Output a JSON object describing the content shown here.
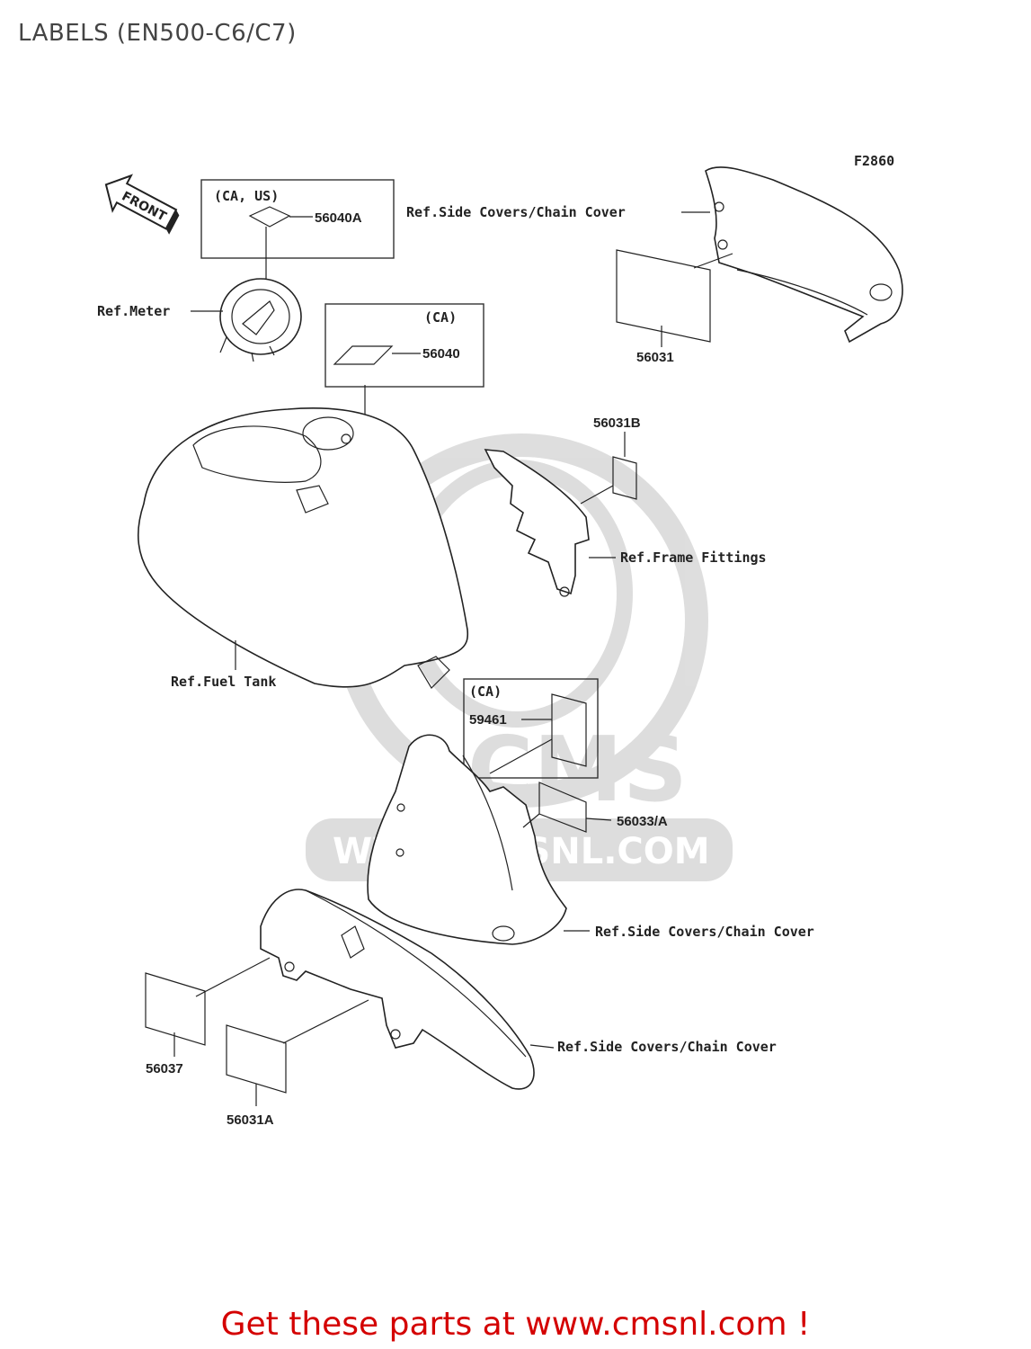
{
  "title": "LABELS (EN500-C6/C7)",
  "figure_code": "F2860",
  "front_arrow": "FRONT",
  "watermark": {
    "url_text": "WWW.CMSNL.COM",
    "logo_text": "CMS"
  },
  "groups": {
    "meter_box": "(CA, US)",
    "tank_box": "(CA)",
    "cover_box": "(CA)"
  },
  "parts": {
    "p56040A": "56040A",
    "p56040": "56040",
    "p56031": "56031",
    "p56031B": "56031B",
    "p59461": "59461",
    "p56033A": "56033/A",
    "p56037": "56037",
    "p56031A": "56031A"
  },
  "refs": {
    "side_covers_top": "Ref.Side Covers/Chain Cover",
    "meter": "Ref.Meter",
    "frame_fittings": "Ref.Frame Fittings",
    "fuel_tank": "Ref.Fuel Tank",
    "side_covers_mid": "Ref.Side Covers/Chain Cover",
    "side_covers_bottom": "Ref.Side Covers/Chain Cover"
  },
  "footer": "Get these parts at www.cmsnl.com !"
}
